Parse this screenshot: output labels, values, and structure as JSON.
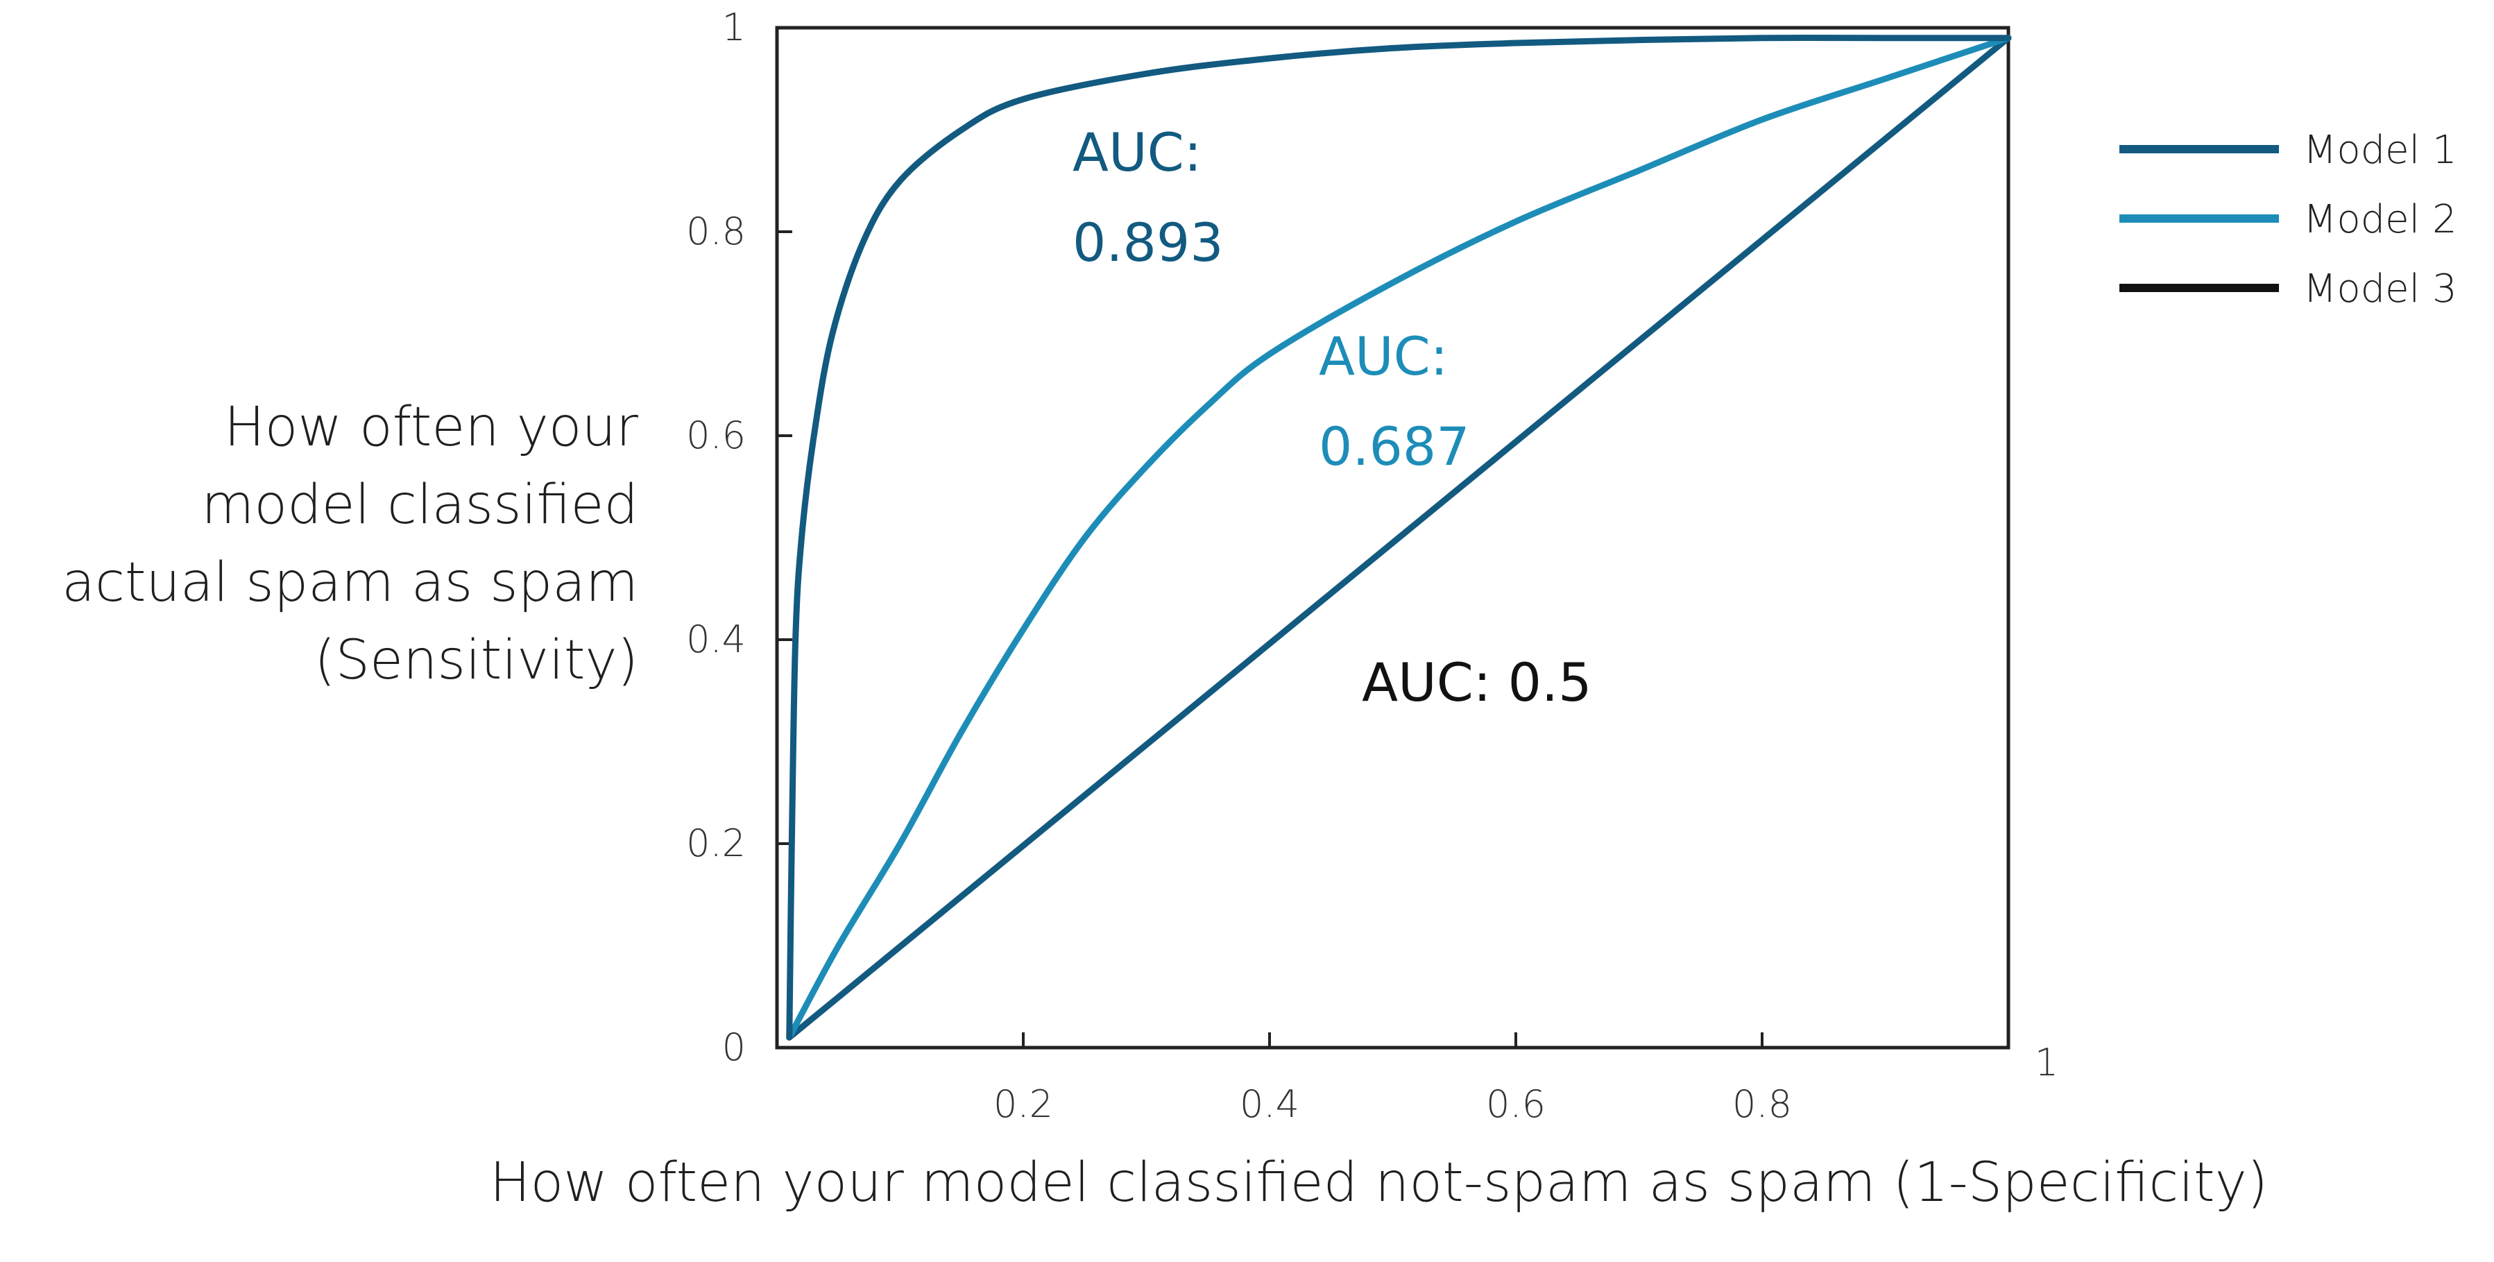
{
  "chart_data": {
    "type": "line",
    "xlabel": "How often your model classified not-spam as spam (1-Specificity)",
    "ylabel_lines": [
      "How often your",
      "model classified",
      "actual spam as spam",
      "(Sensitivity)"
    ],
    "xlim": [
      0,
      1
    ],
    "ylim": [
      0,
      1
    ],
    "x_ticks": [
      "0.2",
      "0.4",
      "0.6",
      "0.8"
    ],
    "x_end_label": "1",
    "y_ticks": [
      "0",
      "0.2",
      "0.4",
      "0.6",
      "0.8",
      "1"
    ],
    "grid": false,
    "legend_position": "right",
    "series": [
      {
        "name": "Model 1",
        "color": "#125a80",
        "points": [
          [
            0.01,
            0.01
          ],
          [
            0.012,
            0.2
          ],
          [
            0.015,
            0.4
          ],
          [
            0.02,
            0.5
          ],
          [
            0.03,
            0.6
          ],
          [
            0.045,
            0.7
          ],
          [
            0.07,
            0.79
          ],
          [
            0.1,
            0.85
          ],
          [
            0.15,
            0.9
          ],
          [
            0.2,
            0.93
          ],
          [
            0.3,
            0.955
          ],
          [
            0.4,
            0.97
          ],
          [
            0.5,
            0.98
          ],
          [
            0.6,
            0.985
          ],
          [
            0.7,
            0.988
          ],
          [
            0.8,
            0.99
          ],
          [
            0.9,
            0.99
          ],
          [
            1.0,
            0.99
          ]
        ]
      },
      {
        "name": "Model 2",
        "color": "#1d8db8",
        "points": [
          [
            0.01,
            0.01
          ],
          [
            0.05,
            0.1
          ],
          [
            0.1,
            0.2
          ],
          [
            0.15,
            0.31
          ],
          [
            0.2,
            0.41
          ],
          [
            0.25,
            0.5
          ],
          [
            0.3,
            0.57
          ],
          [
            0.35,
            0.63
          ],
          [
            0.4,
            0.68
          ],
          [
            0.5,
            0.75
          ],
          [
            0.6,
            0.81
          ],
          [
            0.7,
            0.86
          ],
          [
            0.8,
            0.91
          ],
          [
            0.9,
            0.95
          ],
          [
            1.0,
            0.99
          ]
        ]
      },
      {
        "name": "Model 3",
        "color": "#125a80",
        "legend_color": "#111111",
        "points": [
          [
            0.01,
            0.01
          ],
          [
            1.0,
            0.99
          ]
        ]
      }
    ],
    "annotations": [
      {
        "lines": [
          "AUC:",
          "0.893"
        ],
        "x": 0.24,
        "y": 0.86,
        "color": "#125a80"
      },
      {
        "lines": [
          "AUC:",
          "0.687"
        ],
        "x": 0.44,
        "y": 0.66,
        "color": "#1d8db8"
      },
      {
        "lines": [
          "AUC: 0.5"
        ],
        "x": 0.475,
        "y": 0.34,
        "color": "#111111"
      }
    ]
  }
}
